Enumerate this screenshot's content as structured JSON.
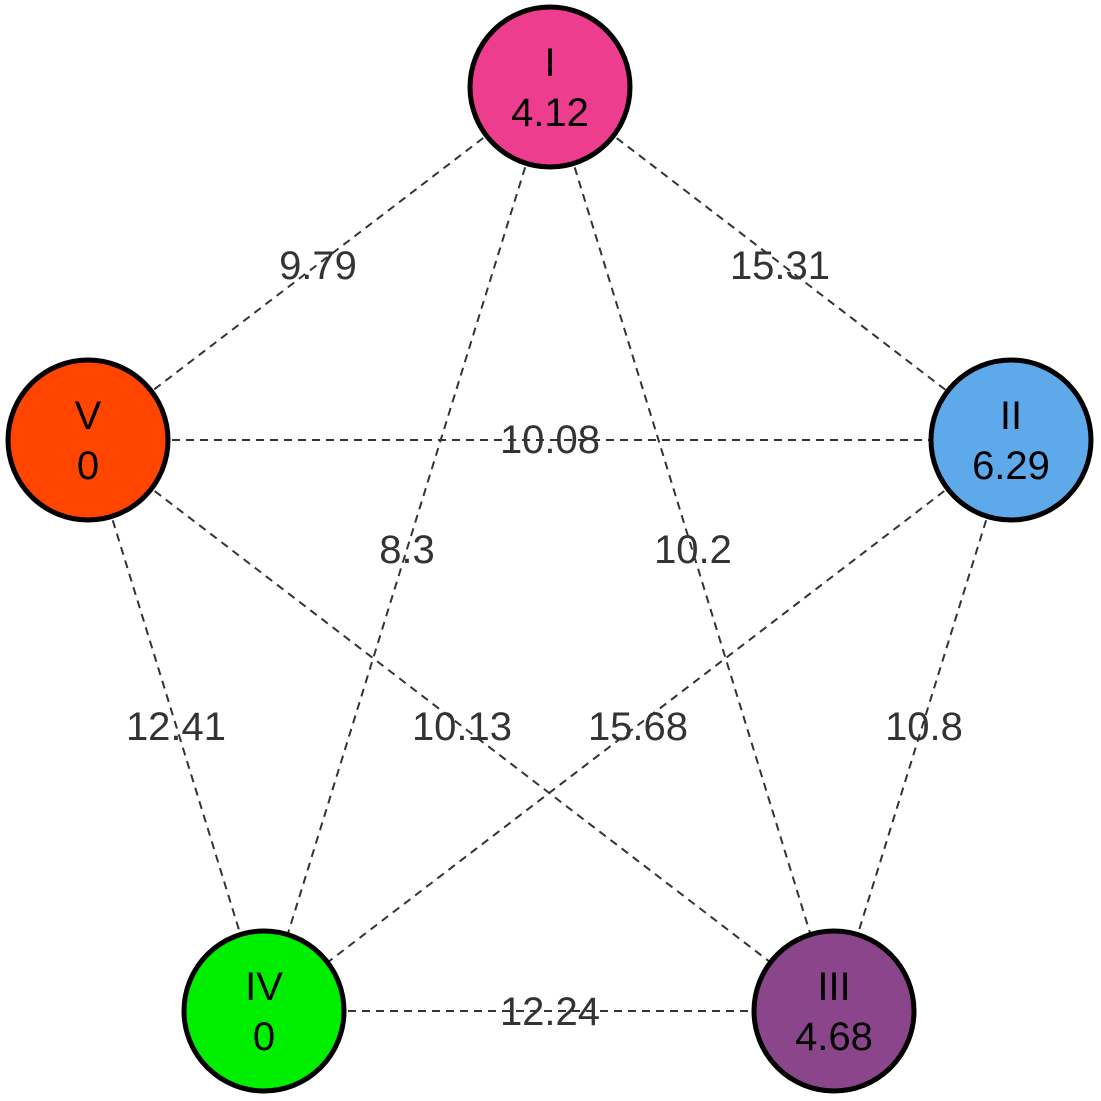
{
  "nodes": [
    {
      "id": "I",
      "label": "I",
      "value": "4.12",
      "color": "#ee3d8e"
    },
    {
      "id": "II",
      "label": "II",
      "value": "6.29",
      "color": "#5ea9ea"
    },
    {
      "id": "III",
      "label": "III",
      "value": "4.68",
      "color": "#8b458a"
    },
    {
      "id": "IV",
      "label": "IV",
      "value": "0",
      "color": "#00ee00"
    },
    {
      "id": "V",
      "label": "V",
      "value": "0",
      "color": "#ff4500"
    }
  ],
  "edges": [
    {
      "from": "I",
      "to": "V",
      "label": "9.79"
    },
    {
      "from": "I",
      "to": "II",
      "label": "15.31"
    },
    {
      "from": "I",
      "to": "IV",
      "label": "8.3"
    },
    {
      "from": "I",
      "to": "III",
      "label": "10.2"
    },
    {
      "from": "V",
      "to": "II",
      "label": "10.08"
    },
    {
      "from": "V",
      "to": "IV",
      "label": "12.41"
    },
    {
      "from": "V",
      "to": "III",
      "label": "10.13"
    },
    {
      "from": "II",
      "to": "IV",
      "label": "15.68"
    },
    {
      "from": "II",
      "to": "III",
      "label": "10.8"
    },
    {
      "from": "IV",
      "to": "III",
      "label": "12.24"
    }
  ]
}
